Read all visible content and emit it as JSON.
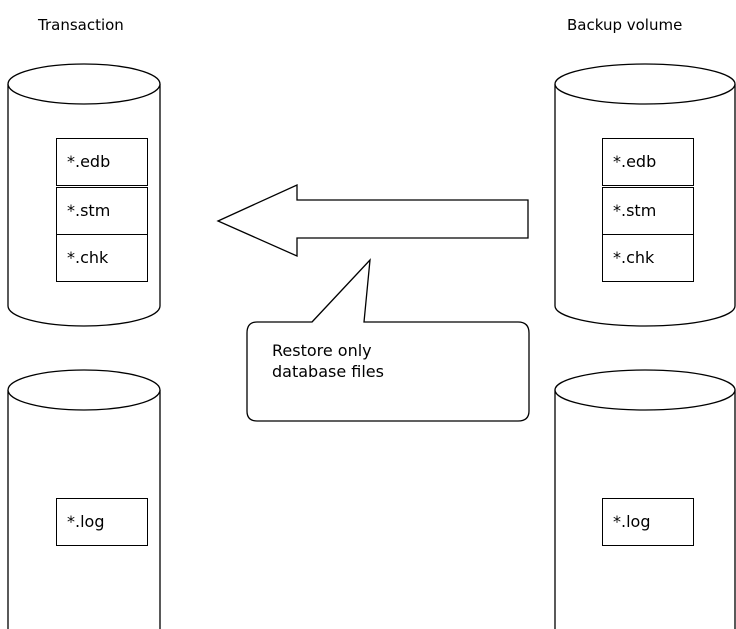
{
  "titles": {
    "left": "Transaction",
    "right": "Backup volume"
  },
  "left_database_files": [
    "*.edb",
    "*.stm",
    "*.chk"
  ],
  "left_log_files": [
    "*.log"
  ],
  "right_database_files": [
    "*.edb",
    "*.stm",
    "*.chk"
  ],
  "right_log_files": [
    "*.log"
  ],
  "callout": {
    "line1": "Restore only",
    "line2": "database files"
  },
  "colors": {
    "stroke": "#000000",
    "background": "#ffffff"
  }
}
